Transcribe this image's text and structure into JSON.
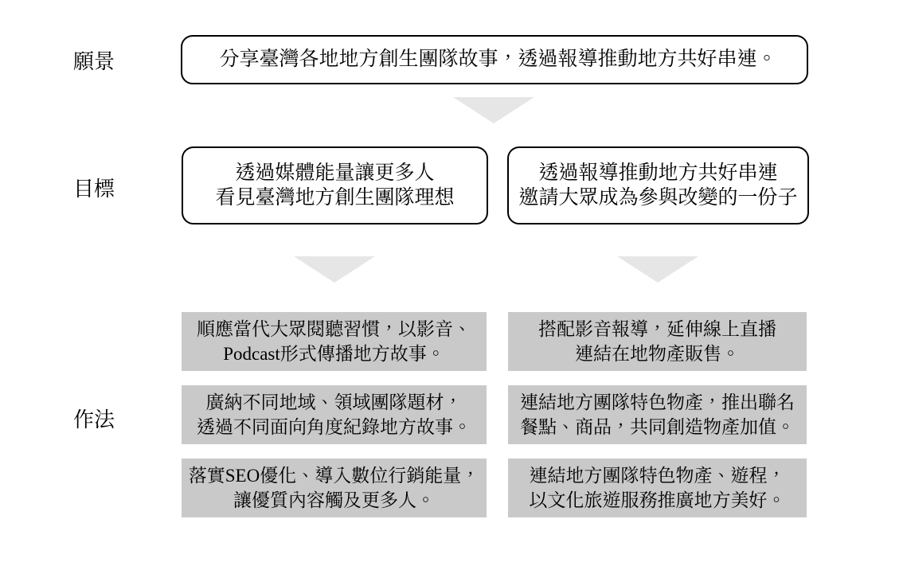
{
  "colors": {
    "background": "#ffffff",
    "box_border": "#000000",
    "box_fill": "#ffffff",
    "method_fill": "#c9c9c9",
    "arrow_fill": "#e7e6e6",
    "text": "#000000"
  },
  "row_labels": {
    "vision": "願景",
    "goal": "目標",
    "method": "作法"
  },
  "vision": {
    "text": "分享臺灣各地地方創生團隊故事，透過報導推動地方共好串連。"
  },
  "goals": [
    {
      "line1": "透過媒體能量讓更多人",
      "line2": "看見臺灣地方創生團隊理想"
    },
    {
      "line1": "透過報導推動地方共好串連",
      "line2": "邀請大眾成為參與改變的一份子"
    }
  ],
  "methods": {
    "left": [
      {
        "line1": "順應當代大眾閱聽習慣，以影音、",
        "line2": "Podcast形式傳播地方故事。"
      },
      {
        "line1": "廣納不同地域、領域團隊題材，",
        "line2": "透過不同面向角度紀錄地方故事。"
      },
      {
        "line1": "落實SEO優化、導入數位行銷能量，",
        "line2": "讓優質內容觸及更多人。"
      }
    ],
    "right": [
      {
        "line1": "搭配影音報導，延伸線上直播",
        "line2": "連結在地物產販售。"
      },
      {
        "line1": "連結地方團隊特色物產，推出聯名",
        "line2": "餐點、商品，共同創造物產加值。"
      },
      {
        "line1": "連結地方團隊特色物產、遊程，",
        "line2": "以文化旅遊服務推廣地方美好。"
      }
    ]
  }
}
